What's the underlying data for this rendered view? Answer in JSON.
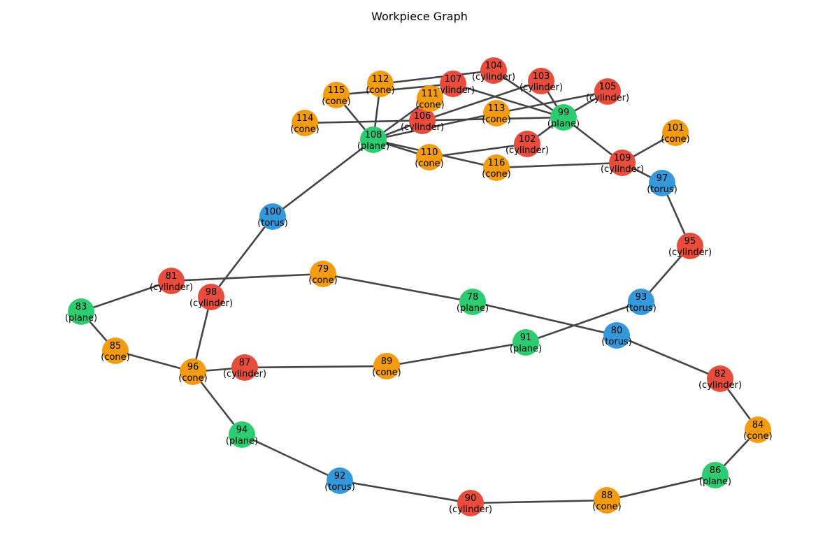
{
  "title": "Workpiece Graph",
  "type_colors": {
    "plane": "#2ecc71",
    "cone": "#f39c12",
    "cylinder": "#e74c3c",
    "torus": "#3498db"
  },
  "edge_color": "#444444",
  "nodes": [
    {
      "id": "78",
      "type": "plane"
    },
    {
      "id": "79",
      "type": "cone"
    },
    {
      "id": "80",
      "type": "torus"
    },
    {
      "id": "81",
      "type": "cylinder"
    },
    {
      "id": "82",
      "type": "cylinder"
    },
    {
      "id": "83",
      "type": "plane"
    },
    {
      "id": "84",
      "type": "cone"
    },
    {
      "id": "85",
      "type": "cone"
    },
    {
      "id": "86",
      "type": "plane"
    },
    {
      "id": "87",
      "type": "cylinder"
    },
    {
      "id": "88",
      "type": "cone"
    },
    {
      "id": "89",
      "type": "cone"
    },
    {
      "id": "90",
      "type": "cylinder"
    },
    {
      "id": "91",
      "type": "plane"
    },
    {
      "id": "92",
      "type": "torus"
    },
    {
      "id": "93",
      "type": "torus"
    },
    {
      "id": "94",
      "type": "plane"
    },
    {
      "id": "95",
      "type": "cylinder"
    },
    {
      "id": "96",
      "type": "cone"
    },
    {
      "id": "97",
      "type": "torus"
    },
    {
      "id": "98",
      "type": "cylinder"
    },
    {
      "id": "99",
      "type": "plane"
    },
    {
      "id": "100",
      "type": "torus"
    },
    {
      "id": "101",
      "type": "cone"
    },
    {
      "id": "102",
      "type": "cylinder"
    },
    {
      "id": "103",
      "type": "cylinder"
    },
    {
      "id": "104",
      "type": "cylinder"
    },
    {
      "id": "105",
      "type": "cylinder"
    },
    {
      "id": "106",
      "type": "cylinder"
    },
    {
      "id": "107",
      "type": "cylinder"
    },
    {
      "id": "108",
      "type": "plane"
    },
    {
      "id": "109",
      "type": "cylinder"
    },
    {
      "id": "110",
      "type": "cone"
    },
    {
      "id": "111",
      "type": "cone"
    },
    {
      "id": "112",
      "type": "cone"
    },
    {
      "id": "113",
      "type": "cone"
    },
    {
      "id": "114",
      "type": "cone"
    },
    {
      "id": "115",
      "type": "cone"
    },
    {
      "id": "116",
      "type": "cone"
    }
  ],
  "edges": [
    [
      "83",
      "81"
    ],
    [
      "81",
      "79"
    ],
    [
      "79",
      "78"
    ],
    [
      "78",
      "80"
    ],
    [
      "80",
      "82"
    ],
    [
      "82",
      "84"
    ],
    [
      "84",
      "86"
    ],
    [
      "86",
      "88"
    ],
    [
      "88",
      "90"
    ],
    [
      "90",
      "92"
    ],
    [
      "92",
      "94"
    ],
    [
      "94",
      "96"
    ],
    [
      "96",
      "85"
    ],
    [
      "85",
      "83"
    ],
    [
      "96",
      "98"
    ],
    [
      "98",
      "100"
    ],
    [
      "100",
      "108"
    ],
    [
      "96",
      "87"
    ],
    [
      "87",
      "89"
    ],
    [
      "89",
      "91"
    ],
    [
      "91",
      "93"
    ],
    [
      "93",
      "95"
    ],
    [
      "95",
      "97"
    ],
    [
      "97",
      "109"
    ],
    [
      "109",
      "101"
    ],
    [
      "109",
      "99"
    ],
    [
      "109",
      "116"
    ],
    [
      "116",
      "108"
    ],
    [
      "108",
      "110"
    ],
    [
      "110",
      "102"
    ],
    [
      "102",
      "99"
    ],
    [
      "99",
      "105"
    ],
    [
      "99",
      "103"
    ],
    [
      "99",
      "104"
    ],
    [
      "104",
      "112"
    ],
    [
      "112",
      "108"
    ],
    [
      "108",
      "115"
    ],
    [
      "115",
      "107"
    ],
    [
      "107",
      "99"
    ],
    [
      "108",
      "111"
    ],
    [
      "108",
      "106"
    ],
    [
      "106",
      "103"
    ],
    [
      "108",
      "113"
    ],
    [
      "113",
      "105"
    ],
    [
      "114",
      "99"
    ]
  ]
}
